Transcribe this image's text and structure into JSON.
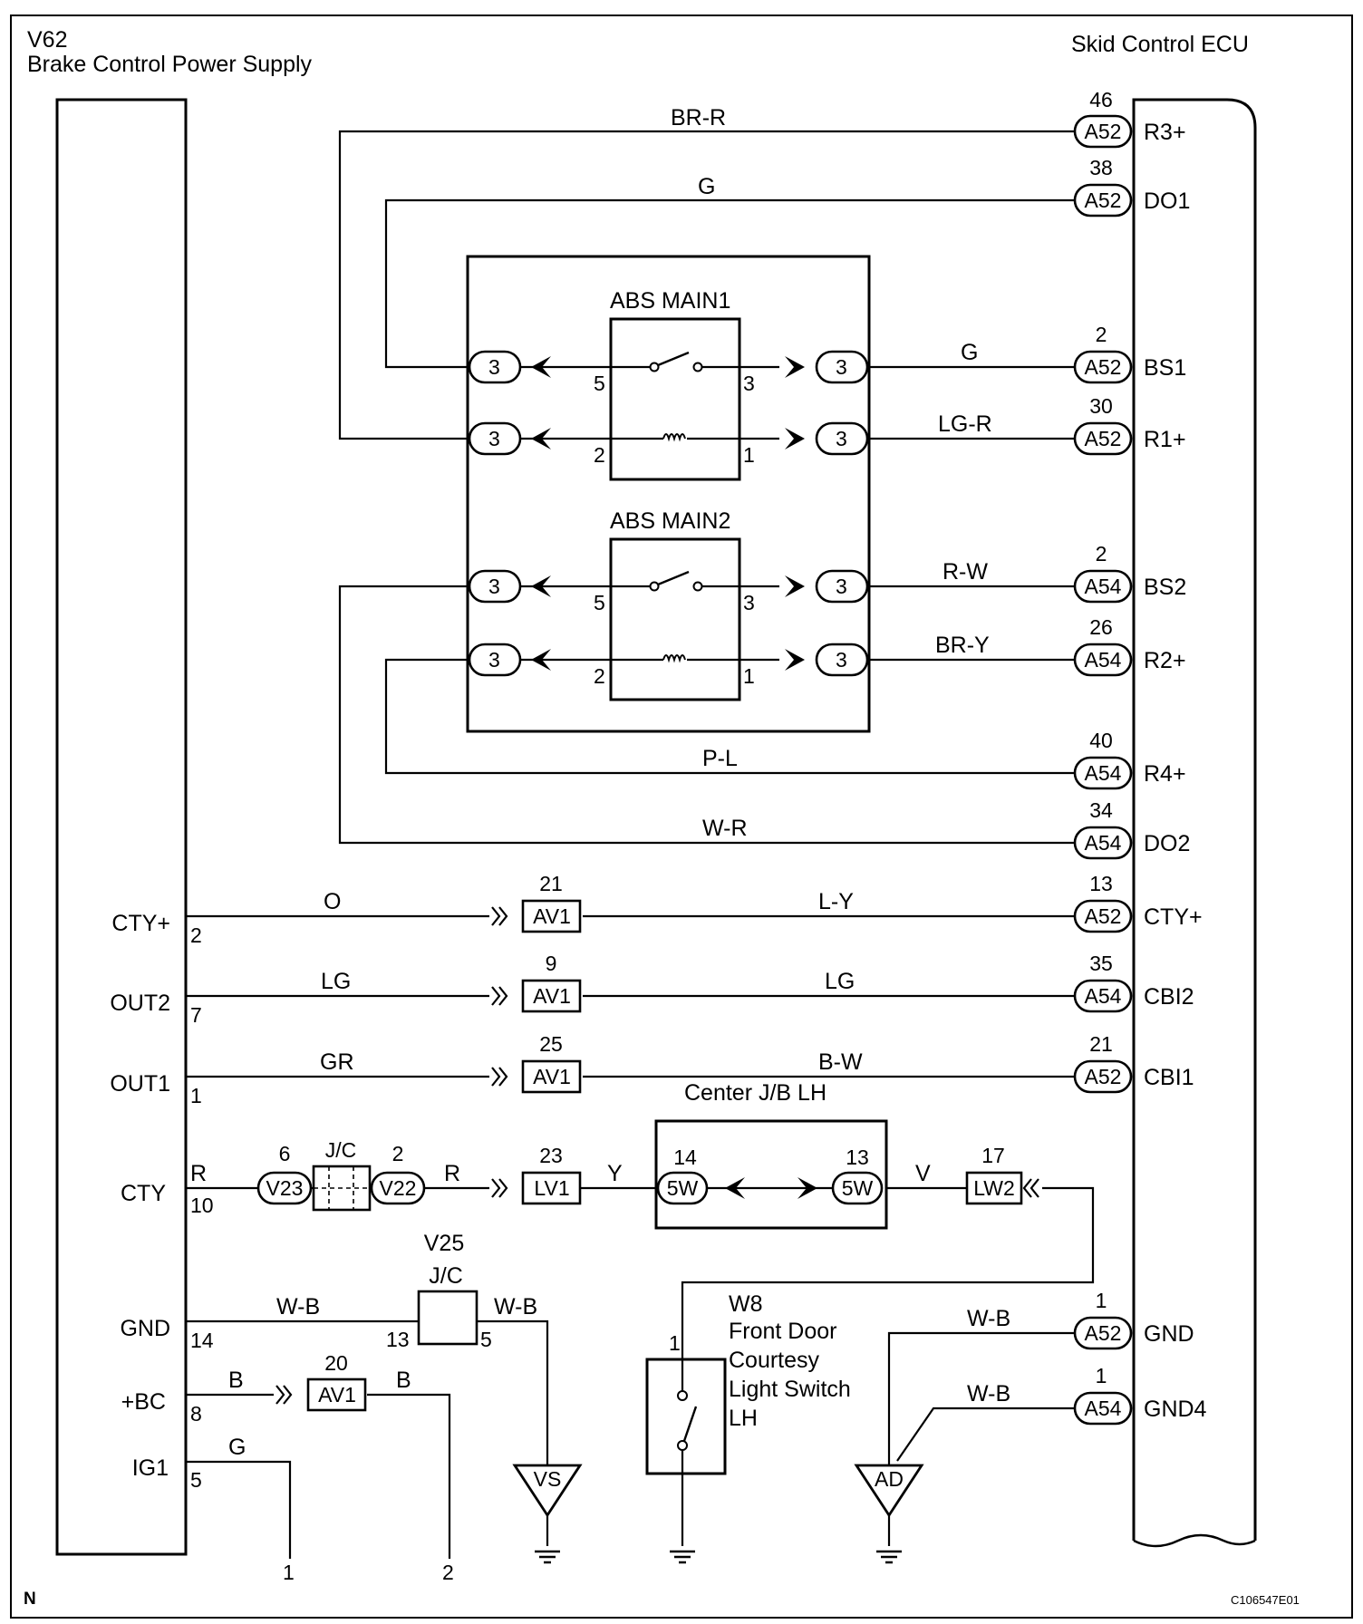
{
  "header": {
    "left_code": "V62",
    "left_name": "Brake Control Power Supply",
    "right_name": "Skid Control ECU"
  },
  "left_pins": [
    {
      "name": "CTY+",
      "pin": "2"
    },
    {
      "name": "OUT2",
      "pin": "7"
    },
    {
      "name": "OUT1",
      "pin": "1"
    },
    {
      "name": "CTY",
      "pin": "10"
    },
    {
      "name": "GND",
      "pin": "14"
    },
    {
      "name": "+BC",
      "pin": "8"
    },
    {
      "name": "IG1",
      "pin": "5"
    }
  ],
  "ecu_pins": [
    {
      "pin": "46",
      "conn": "A52",
      "name": "R3+"
    },
    {
      "pin": "38",
      "conn": "A52",
      "name": "DO1"
    },
    {
      "pin": "2",
      "conn": "A52",
      "name": "BS1"
    },
    {
      "pin": "30",
      "conn": "A52",
      "name": "R1+"
    },
    {
      "pin": "2",
      "conn": "A54",
      "name": "BS2"
    },
    {
      "pin": "26",
      "conn": "A54",
      "name": "R2+"
    },
    {
      "pin": "40",
      "conn": "A54",
      "name": "R4+"
    },
    {
      "pin": "34",
      "conn": "A54",
      "name": "DO2"
    },
    {
      "pin": "13",
      "conn": "A52",
      "name": "CTY+"
    },
    {
      "pin": "35",
      "conn": "A54",
      "name": "CBI2"
    },
    {
      "pin": "21",
      "conn": "A52",
      "name": "CBI1"
    },
    {
      "pin": "1",
      "conn": "A52",
      "name": "GND"
    },
    {
      "pin": "1",
      "conn": "A54",
      "name": "GND4"
    }
  ],
  "wires": {
    "br_r": "BR-R",
    "g_top": "G",
    "g_bs1": "G",
    "lg_r": "LG-R",
    "r_w": "R-W",
    "br_y": "BR-Y",
    "p_l": "P-L",
    "w_r": "W-R",
    "o": "O",
    "l_y": "L-Y",
    "lg_left": "LG",
    "lg_right": "LG",
    "gr": "GR",
    "b_w": "B-W",
    "r1": "R",
    "r2": "R",
    "y": "Y",
    "v": "V",
    "w_b1": "W-B",
    "w_b2": "W-B",
    "b1": "B",
    "b2": "B",
    "g_ig1": "G",
    "w_b_gnd": "W-B",
    "w_b_gnd4": "W-B"
  },
  "relays": {
    "relay1": {
      "name": "ABS MAIN1",
      "pins": [
        "5",
        "3",
        "2",
        "1"
      ]
    },
    "relay2": {
      "name": "ABS MAIN2",
      "pins": [
        "5",
        "3",
        "2",
        "1"
      ]
    },
    "connector_pin": "3"
  },
  "av1": [
    {
      "pin": "21",
      "conn": "AV1"
    },
    {
      "pin": "9",
      "conn": "AV1"
    },
    {
      "pin": "25",
      "conn": "AV1"
    },
    {
      "pin": "20",
      "conn": "AV1"
    }
  ],
  "cty_path": {
    "v23_pin": "6",
    "v23": "V23",
    "jc_label": "J/C",
    "v22_pin": "2",
    "v22": "V22",
    "lv1_pin": "23",
    "lv1": "LV1",
    "center_jb": "Center J/B LH",
    "w5_left_pin": "14",
    "w5_left": "5W",
    "w5_right_pin": "13",
    "w5_right": "5W",
    "lw2_pin": "17",
    "lw2": "LW2"
  },
  "v25": {
    "code": "V25",
    "label": "J/C",
    "pin_left": "13",
    "pin_right": "5"
  },
  "door_switch": {
    "code": "W8",
    "line1": "Front Door",
    "line2": "Courtesy",
    "line3": "Light Switch",
    "line4": "LH",
    "pin": "1"
  },
  "grounds": {
    "vs": "VS",
    "ad": "AD"
  },
  "bottom": {
    "n_label": "N",
    "out1": "1",
    "out2": "2",
    "figure_code": "C106547E01"
  }
}
